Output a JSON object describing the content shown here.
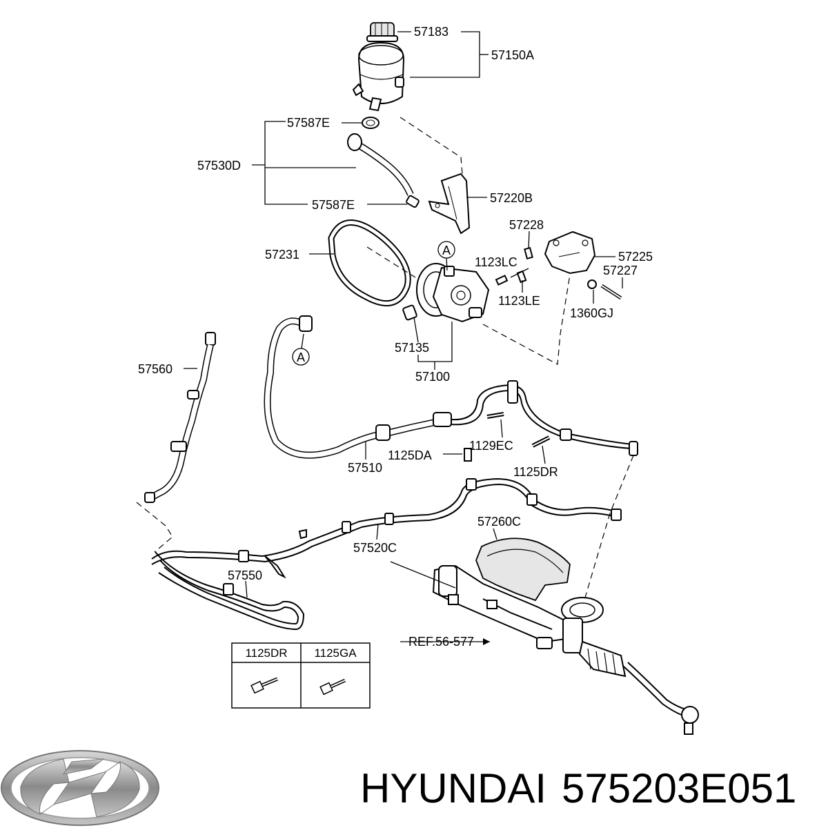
{
  "parts": {
    "p57183": "57183",
    "p57150A": "57150A",
    "p57587E_top": "57587E",
    "p57530D": "57530D",
    "p57587E_bot": "57587E",
    "p57220B": "57220B",
    "p57228": "57228",
    "p57231": "57231",
    "p1123LC": "1123LC",
    "p57225": "57225",
    "p57227": "57227",
    "p1123LE": "1123LE",
    "p1360GJ": "1360GJ",
    "p57135": "57135",
    "p57100": "57100",
    "p57560": "57560",
    "p1129EC": "1129EC",
    "p1125DA": "1125DA",
    "p57510": "57510",
    "p1125DR": "1125DR",
    "p57260C": "57260C",
    "p57520C": "57520C",
    "p57550": "57550",
    "ref": "REF.56-577"
  },
  "markers": {
    "a_top": "A",
    "a_bot": "A"
  },
  "fastener_table": {
    "col1": "1125DR",
    "col2": "1125GA"
  },
  "brand": {
    "name": "HYUNDAI",
    "part_number": "575203E051"
  }
}
